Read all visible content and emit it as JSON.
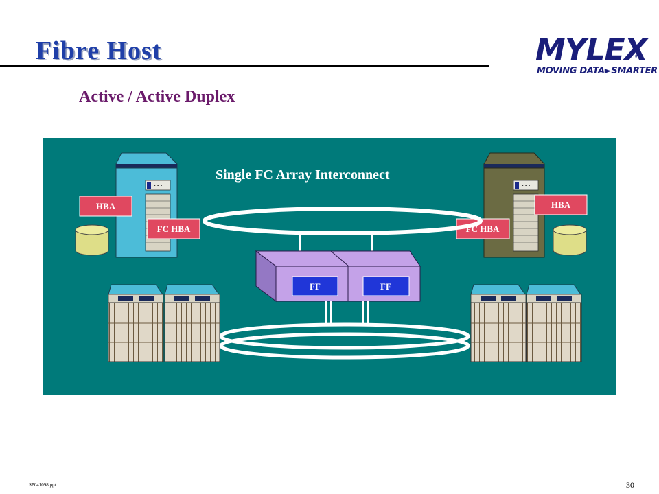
{
  "slide": {
    "title": "Fibre Host",
    "subtitle": "Active / Active Duplex",
    "footer_file": "SP041098.ppt",
    "page_number": "30"
  },
  "logo": {
    "word": "MYLEX",
    "registered": "®",
    "tagline": "MOVING DATA►SMARTER"
  },
  "diagram": {
    "title": "Single FC Array Interconnect",
    "left_host": {
      "hba_label": "HBA",
      "fc_hba_label": "FC HBA",
      "color": "#4cbcd8"
    },
    "right_host": {
      "hba_label": "HBA",
      "fc_hba_label": "FC HBA",
      "color": "#6b6b43"
    },
    "controller_left_label": "FF",
    "controller_right_label": "FF",
    "colors": {
      "background": "#007a7a",
      "hba_box": "#e04860",
      "controller_box": "#c4a2e8",
      "ff_box": "#2036d8",
      "disk": "#dede88"
    }
  }
}
